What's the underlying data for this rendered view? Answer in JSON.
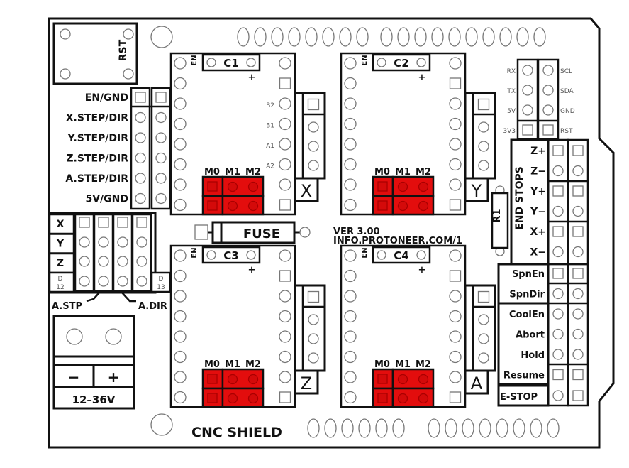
{
  "board": {
    "title": "CNC SHIELD",
    "version": "VER 3.00",
    "url": "INFO.PROTONEER.COM/1",
    "fuse_label": "FUSE",
    "resistor_label": "R1",
    "reset_label": "RST",
    "accent_red": "#e30d0d"
  },
  "left_header": {
    "labels": [
      "EN/GND",
      "X.STEP/DIR",
      "Y.STEP/DIR",
      "Z.STEP/DIR",
      "A.STEP/DIR",
      "5V/GND"
    ]
  },
  "axis_clone": {
    "rows": [
      "X",
      "Y",
      "Z"
    ],
    "pin_left": [
      "D",
      "12"
    ],
    "pin_right": [
      "D",
      "13"
    ],
    "a_step": "A.STP",
    "a_dir": "A.DIR"
  },
  "power": {
    "minus": "−",
    "plus": "+",
    "voltage": "12–36V"
  },
  "drivers": [
    {
      "cap": "C1",
      "axis": "X",
      "en": "EN",
      "plus": "+",
      "jumpers": [
        "M0",
        "M1",
        "M2"
      ],
      "coil_labels": [
        "B2",
        "B1",
        "A1",
        "A2"
      ]
    },
    {
      "cap": "C2",
      "axis": "Y",
      "en": "EN",
      "plus": "+",
      "jumpers": [
        "M0",
        "M1",
        "M2"
      ]
    },
    {
      "cap": "C3",
      "axis": "Z",
      "en": "EN",
      "plus": "+",
      "jumpers": [
        "M0",
        "M1",
        "M2"
      ]
    },
    {
      "cap": "C4",
      "axis": "A",
      "en": "EN",
      "plus": "+",
      "jumpers": [
        "M0",
        "M1",
        "M2"
      ]
    }
  ],
  "i2c_uart": {
    "left": [
      "RX",
      "TX",
      "5V",
      "3V3"
    ],
    "right": [
      "SCL",
      "SDA",
      "GND",
      "RST"
    ]
  },
  "end_stops": {
    "title": "END STOPS",
    "labels": [
      "Z+",
      "Z−",
      "Y+",
      "Y−",
      "X+",
      "X−"
    ]
  },
  "control": {
    "spindle": [
      "SpnEn",
      "SpnDir",
      "CoolEn"
    ],
    "inputs": [
      "Abort",
      "Hold",
      "Resume"
    ],
    "estop": "E-STOP"
  }
}
